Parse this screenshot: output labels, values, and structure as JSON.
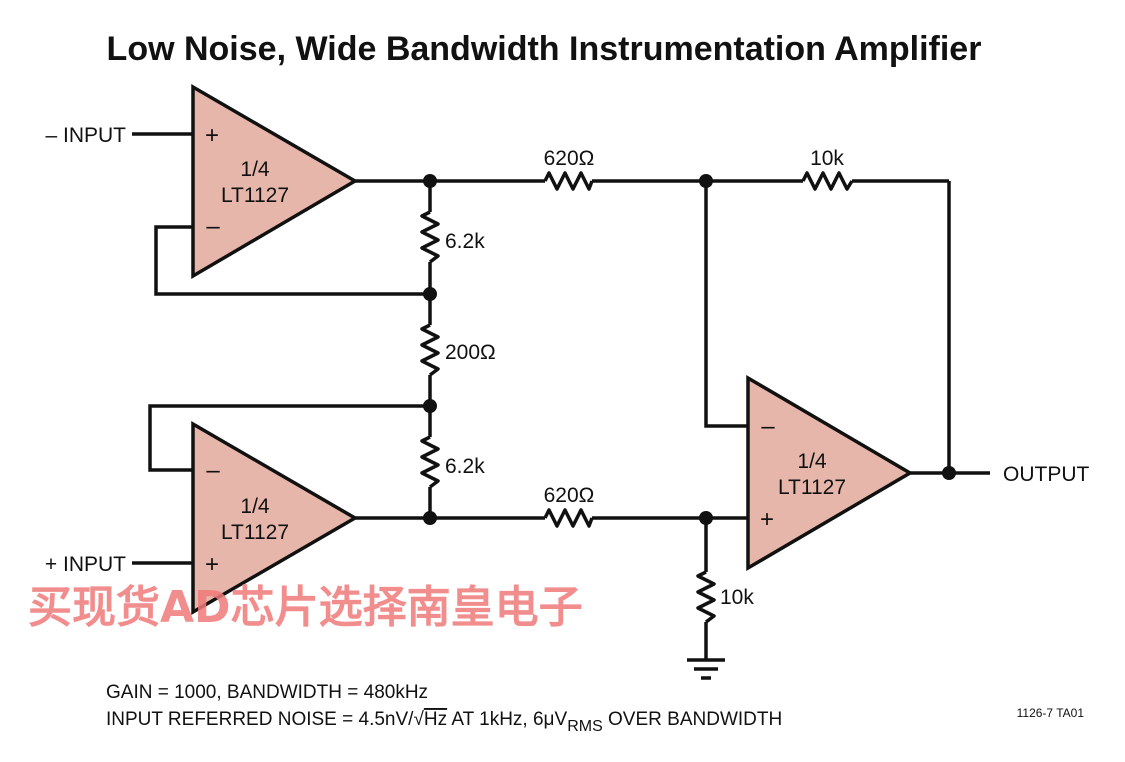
{
  "title": "Low Noise, Wide Bandwidth Instrumentation Amplifier",
  "labels": {
    "minus_input": "– INPUT",
    "plus_input": "+ INPUT",
    "output": "OUTPUT"
  },
  "amplifiers": [
    {
      "fraction": "1/4",
      "part": "LT1127",
      "plus": "+",
      "minus": "–"
    },
    {
      "fraction": "1/4",
      "part": "LT1127",
      "plus": "+",
      "minus": "–"
    },
    {
      "fraction": "1/4",
      "part": "LT1127",
      "plus": "+",
      "minus": "–"
    }
  ],
  "resistors": {
    "r_top_series": "620Ω",
    "r_top_feedback": "10k",
    "r_upper_div": "6.2k",
    "r_gain": "200Ω",
    "r_lower_div": "6.2k",
    "r_bottom_series": "620Ω",
    "r_ground": "10k"
  },
  "notes": {
    "gain_line": "GAIN = 1000, BANDWIDTH = 480kHz",
    "noise_prefix": "INPUT REFERRED NOISE = 4.5nV/",
    "noise_sqrt": "√",
    "noise_hz": "Hz",
    "noise_mid": " AT 1kHz, 6μV",
    "noise_sub": "RMS",
    "noise_suffix": " OVER BANDWIDTH",
    "figure_id": "1126-7 TA01"
  },
  "watermark": "买现货AD芯片选择南皇电子",
  "colors": {
    "amp_fill": "#e6b6ab",
    "watermark": "#f07a7a",
    "ink": "#111111"
  }
}
